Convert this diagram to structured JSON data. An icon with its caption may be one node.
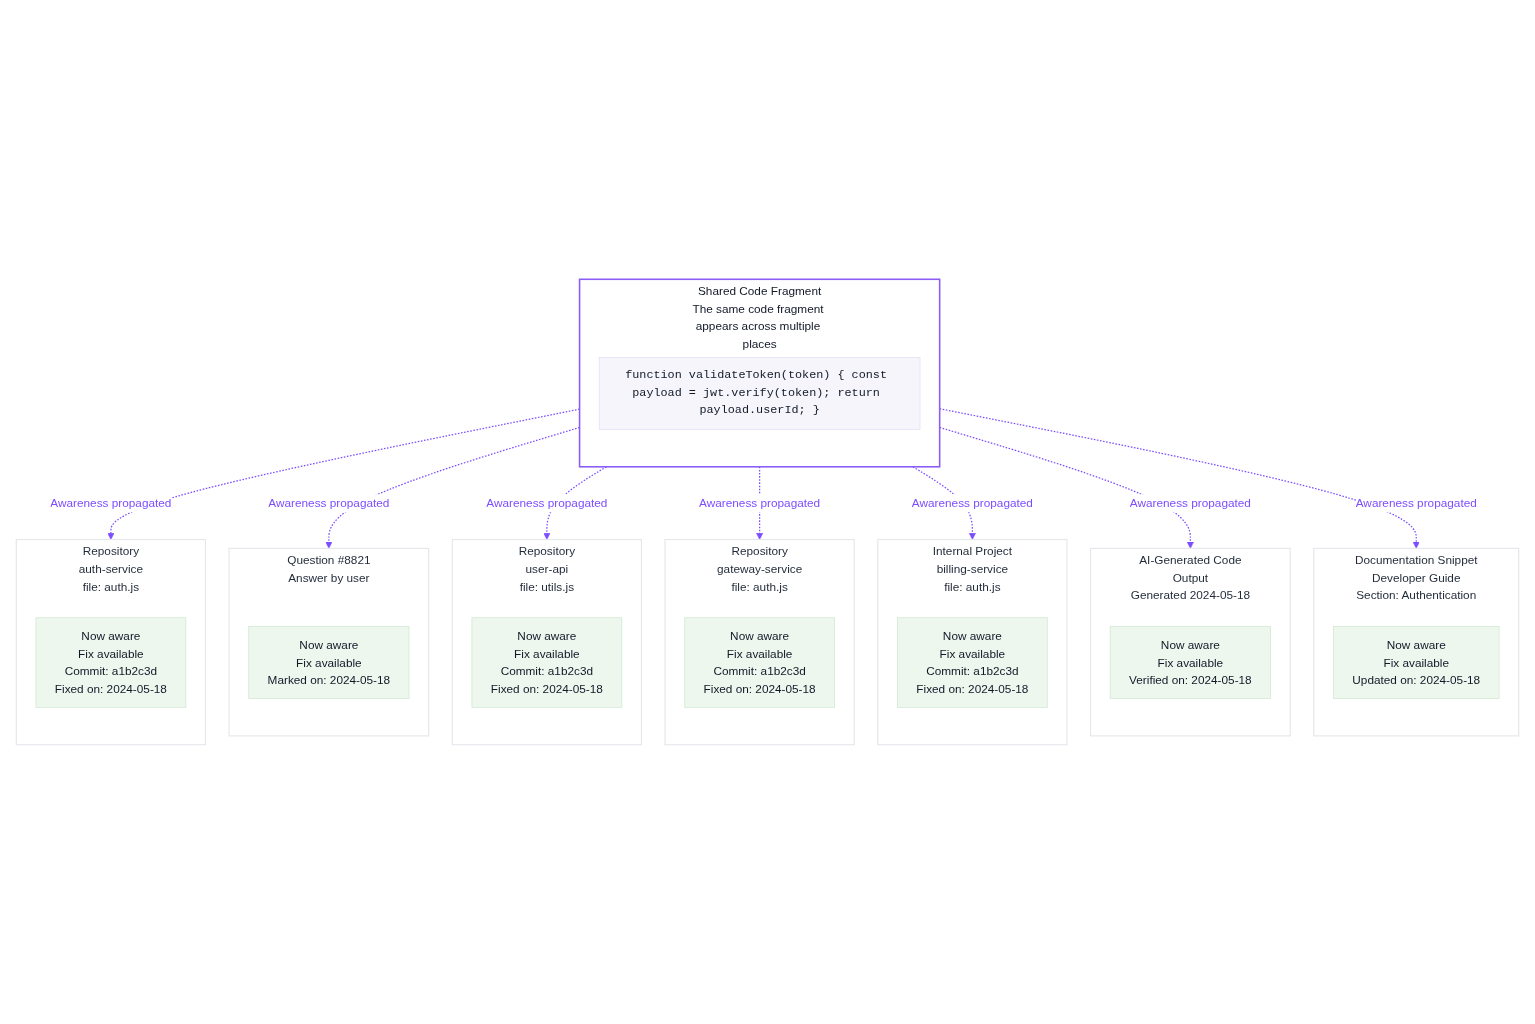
{
  "diagram": {
    "nodes": [
      {
        "text": [
          "Shared Code Fragment",
          "The same code fragment appears across multiple places"
        ]
      },
      {
        "text": [
          "function validateToken(token) { const payload = jwt.verify(token); return payload.userId; }"
        ],
        "in": 0
      },
      {
        "text": [
          "Repository",
          "auth-service",
          "file: auth.js"
        ]
      },
      {
        "text": [
          "Now aware",
          "Fix available",
          "Commit: a1b2c3d",
          "Fixed on: 2024-05-18"
        ],
        "in": 2
      },
      {
        "text": [
          "Question #8821",
          "Answer by user"
        ]
      },
      {
        "text": [
          "Now aware",
          "Fix available",
          "Marked on: 2024-05-18"
        ],
        "in": 4
      },
      {
        "text": [
          "Repository",
          "user-api",
          "file: utils.js"
        ]
      },
      {
        "text": [
          "Now aware",
          "Fix available",
          "Commit: a1b2c3d",
          "Fixed on: 2024-05-18"
        ],
        "in": 6
      },
      {
        "text": [
          "Repository",
          "gateway-service",
          "file: auth.js"
        ]
      },
      {
        "text": [
          "Now aware",
          "Fix available",
          "Commit: a1b2c3d",
          "Fixed on: 2024-05-18"
        ],
        "in": 8
      },
      {
        "text": [
          "Internal Project",
          "billing-service",
          "file: auth.js"
        ]
      },
      {
        "text": [
          "Now aware",
          "Fix available",
          "Commit: a1b2c3d",
          "Fixed on: 2024-05-18"
        ],
        "in": 10
      },
      {
        "text": [
          "AI-Generated Code",
          "Output",
          "Generated 2024-05-18"
        ]
      },
      {
        "text": [
          "Now aware",
          "Fix available",
          "Verified on: 2024-05-18"
        ],
        "in": 12
      },
      {
        "text": [
          "Documentation Snippet",
          "Developer Guide",
          "Section: Authentication"
        ]
      },
      {
        "text": [
          "Now aware",
          "Fix available",
          "Updated on: 2024-05-18"
        ],
        "in": 14
      }
    ],
    "edges": [
      {
        "from": 0,
        "to": 2,
        "arrow": "to",
        "label": "Awareness propagated",
        "style": "dashed"
      },
      {
        "from": 0,
        "to": 4,
        "arrow": "to",
        "label": "Awareness propagated",
        "style": "dashed"
      },
      {
        "from": 0,
        "to": 6,
        "arrow": "to",
        "label": "Awareness propagated",
        "style": "dashed"
      },
      {
        "from": 0,
        "to": 8,
        "arrow": "to",
        "label": "Awareness propagated",
        "style": "dashed"
      },
      {
        "from": 0,
        "to": 10,
        "arrow": "to",
        "label": "Awareness propagated",
        "style": "dashed"
      },
      {
        "from": 0,
        "to": 12,
        "arrow": "to",
        "label": "Awareness propagated",
        "style": "dashed"
      },
      {
        "from": 0,
        "to": 14,
        "arrow": "to",
        "label": "Awareness propagated",
        "style": "dashed"
      }
    ]
  }
}
